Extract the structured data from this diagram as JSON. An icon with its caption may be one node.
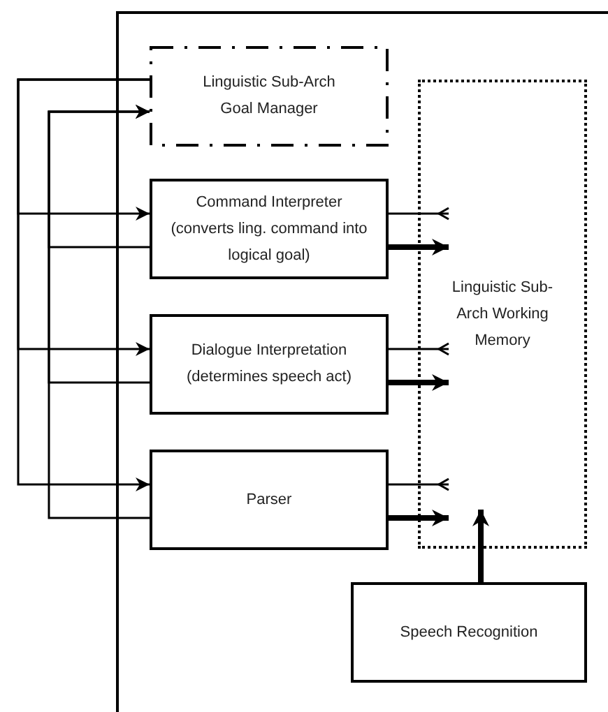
{
  "diagram": {
    "nodes": [
      {
        "text": [
          "Linguistic Sub-Arch Goal Manager"
        ]
      },
      {
        "text": [
          "Command Interpreter (converts ling. command into logical goal)"
        ]
      },
      {
        "text": [
          "Dialogue Interpretation (determines speech act)"
        ]
      },
      {
        "text": [
          "Parser"
        ]
      },
      {
        "text": [
          "Linguistic Sub-Arch Working Memory"
        ]
      },
      {
        "text": [
          "Speech Recognition"
        ]
      }
    ],
    "edges": [
      {
        "from": 0,
        "to": 1,
        "arrow": "to"
      },
      {
        "from": 0,
        "to": 2,
        "arrow": "to"
      },
      {
        "from": 0,
        "to": 3,
        "arrow": "to"
      },
      {
        "from": 1,
        "to": 0,
        "arrow": "to"
      },
      {
        "from": 2,
        "to": 0,
        "arrow": "to"
      },
      {
        "from": 3,
        "to": 0,
        "arrow": "to"
      },
      {
        "from": 1,
        "to": 4,
        "arrow": "other"
      },
      {
        "from": 1,
        "to": 4,
        "arrow": "to",
        "style": "thick"
      },
      {
        "from": 2,
        "to": 4,
        "arrow": "other"
      },
      {
        "from": 2,
        "to": 4,
        "arrow": "to",
        "style": "thick"
      },
      {
        "from": 3,
        "to": 4,
        "arrow": "other"
      },
      {
        "from": 3,
        "to": 4,
        "arrow": "to",
        "style": "thick"
      },
      {
        "from": 5,
        "to": 4,
        "arrow": "to",
        "style": "thick"
      }
    ]
  }
}
